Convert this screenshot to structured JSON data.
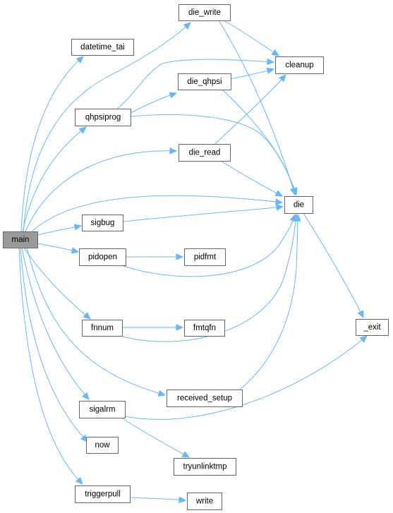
{
  "colors": {
    "edge": "#63b8ff",
    "node_border": "#666666",
    "node_fill": "#ffffff",
    "root_fill": "#999999",
    "text": "#000000"
  },
  "root": "main",
  "nodes": [
    {
      "id": "main",
      "label": "main",
      "root": true
    },
    {
      "id": "die_write",
      "label": "die_write"
    },
    {
      "id": "datetime_tai",
      "label": "datetime_tai"
    },
    {
      "id": "cleanup",
      "label": "cleanup"
    },
    {
      "id": "die_qhpsi",
      "label": "die_qhpsi"
    },
    {
      "id": "qhpsiprog",
      "label": "qhpsiprog"
    },
    {
      "id": "die_read",
      "label": "die_read"
    },
    {
      "id": "die",
      "label": "die"
    },
    {
      "id": "sigbug",
      "label": "sigbug"
    },
    {
      "id": "pidopen",
      "label": "pidopen"
    },
    {
      "id": "pidfmt",
      "label": "pidfmt"
    },
    {
      "id": "_exit",
      "label": "_exit"
    },
    {
      "id": "fnnum",
      "label": "fnnum"
    },
    {
      "id": "fmtqfn",
      "label": "fmtqfn"
    },
    {
      "id": "received_setup",
      "label": "received_setup"
    },
    {
      "id": "sigalrm",
      "label": "sigalrm"
    },
    {
      "id": "now",
      "label": "now"
    },
    {
      "id": "tryunlinktmp",
      "label": "tryunlinktmp"
    },
    {
      "id": "triggerpull",
      "label": "triggerpull"
    },
    {
      "id": "write",
      "label": "write"
    }
  ],
  "edges": [
    {
      "from": "main",
      "to": "die_write"
    },
    {
      "from": "main",
      "to": "datetime_tai"
    },
    {
      "from": "main",
      "to": "qhpsiprog"
    },
    {
      "from": "main",
      "to": "die_read"
    },
    {
      "from": "main",
      "to": "die"
    },
    {
      "from": "main",
      "to": "sigbug"
    },
    {
      "from": "main",
      "to": "pidopen"
    },
    {
      "from": "main",
      "to": "fnnum"
    },
    {
      "from": "main",
      "to": "received_setup"
    },
    {
      "from": "main",
      "to": "sigalrm"
    },
    {
      "from": "main",
      "to": "now"
    },
    {
      "from": "main",
      "to": "triggerpull"
    },
    {
      "from": "die_write",
      "to": "cleanup"
    },
    {
      "from": "die_write",
      "to": "die"
    },
    {
      "from": "qhpsiprog",
      "to": "cleanup"
    },
    {
      "from": "qhpsiprog",
      "to": "die_qhpsi"
    },
    {
      "from": "qhpsiprog",
      "to": "die"
    },
    {
      "from": "die_qhpsi",
      "to": "cleanup"
    },
    {
      "from": "die_qhpsi",
      "to": "die"
    },
    {
      "from": "die_read",
      "to": "cleanup"
    },
    {
      "from": "die_read",
      "to": "die"
    },
    {
      "from": "sigbug",
      "to": "die"
    },
    {
      "from": "pidopen",
      "to": "pidfmt"
    },
    {
      "from": "pidopen",
      "to": "die"
    },
    {
      "from": "fnnum",
      "to": "fmtqfn"
    },
    {
      "from": "fnnum",
      "to": "die"
    },
    {
      "from": "received_setup",
      "to": "die"
    },
    {
      "from": "die",
      "to": "_exit"
    },
    {
      "from": "sigalrm",
      "to": "_exit"
    },
    {
      "from": "sigalrm",
      "to": "tryunlinktmp"
    },
    {
      "from": "triggerpull",
      "to": "write"
    }
  ]
}
